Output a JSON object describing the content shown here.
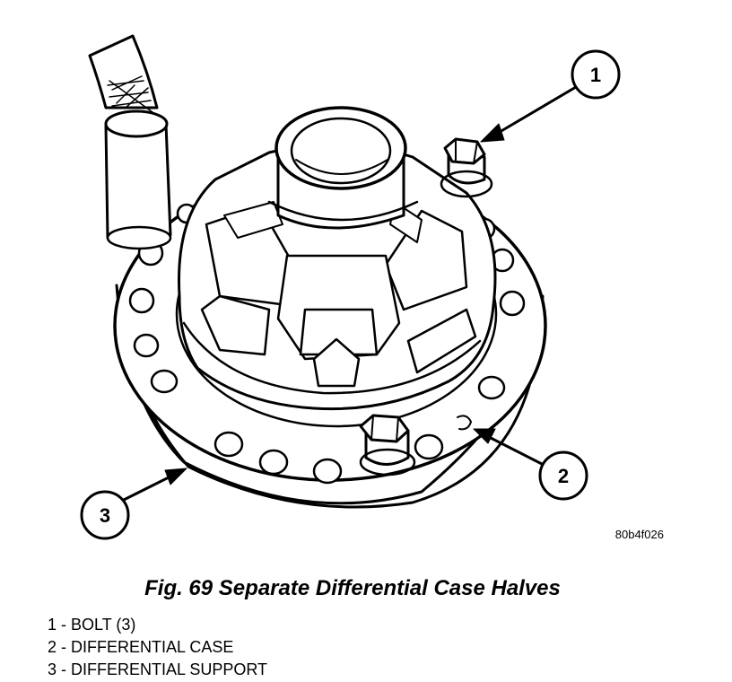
{
  "figure": {
    "code": "80b4f026",
    "caption": "Fig. 69 Separate Differential Case Halves"
  },
  "callouts": [
    {
      "number": "1"
    },
    {
      "number": "2"
    },
    {
      "number": "3"
    }
  ],
  "legend": [
    "1 - BOLT (3)",
    "2 - DIFFERENTIAL CASE",
    "3 - DIFFERENTIAL SUPPORT"
  ],
  "icons": {
    "bolt": "hex-bolt-icon",
    "tool": "extension-tool-icon"
  }
}
